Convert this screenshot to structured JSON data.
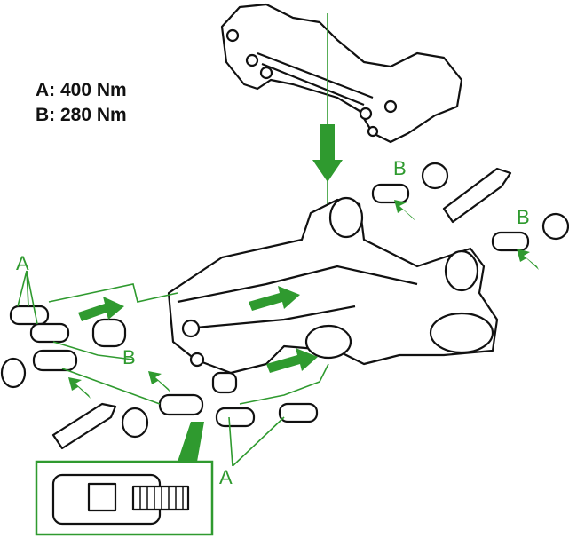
{
  "legend": {
    "a_torque": "A: 400 Nm",
    "b_torque": "B: 280 Nm"
  },
  "callouts": {
    "left_a": "A",
    "left_b": "B",
    "top_right_b": "B",
    "right_b": "B",
    "bottom_a": "A"
  },
  "colors": {
    "accent": "#2f9a2f",
    "line": "#111111"
  }
}
